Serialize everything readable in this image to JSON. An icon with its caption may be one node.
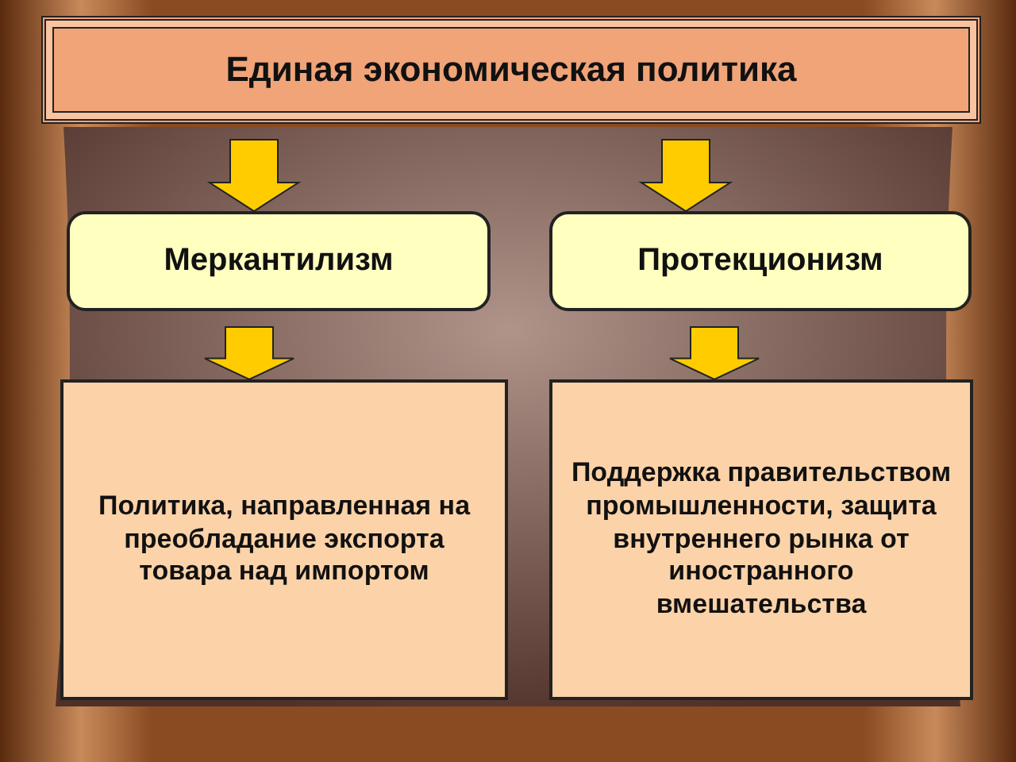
{
  "diagram": {
    "nodes": [
      {
        "text": [
          "Единая экономическая политика"
        ]
      },
      {
        "text": [
          "Меркантилизм"
        ]
      },
      {
        "text": [
          "Протекционизм"
        ]
      },
      {
        "text": [
          "Политика, направленная на преобладание экспорта товара над импортом"
        ]
      },
      {
        "text": [
          "Поддержка правительством промышленности, защита внутреннего рынка от иностранного вмешательства"
        ]
      }
    ],
    "edges": [
      {
        "from": 0,
        "to": 1,
        "arrow": "to",
        "style": "thick"
      },
      {
        "from": 0,
        "to": 2,
        "arrow": "to",
        "style": "thick"
      },
      {
        "from": 1,
        "to": 3,
        "arrow": "to",
        "style": "thick"
      },
      {
        "from": 2,
        "to": 4,
        "arrow": "to",
        "style": "thick"
      }
    ]
  }
}
